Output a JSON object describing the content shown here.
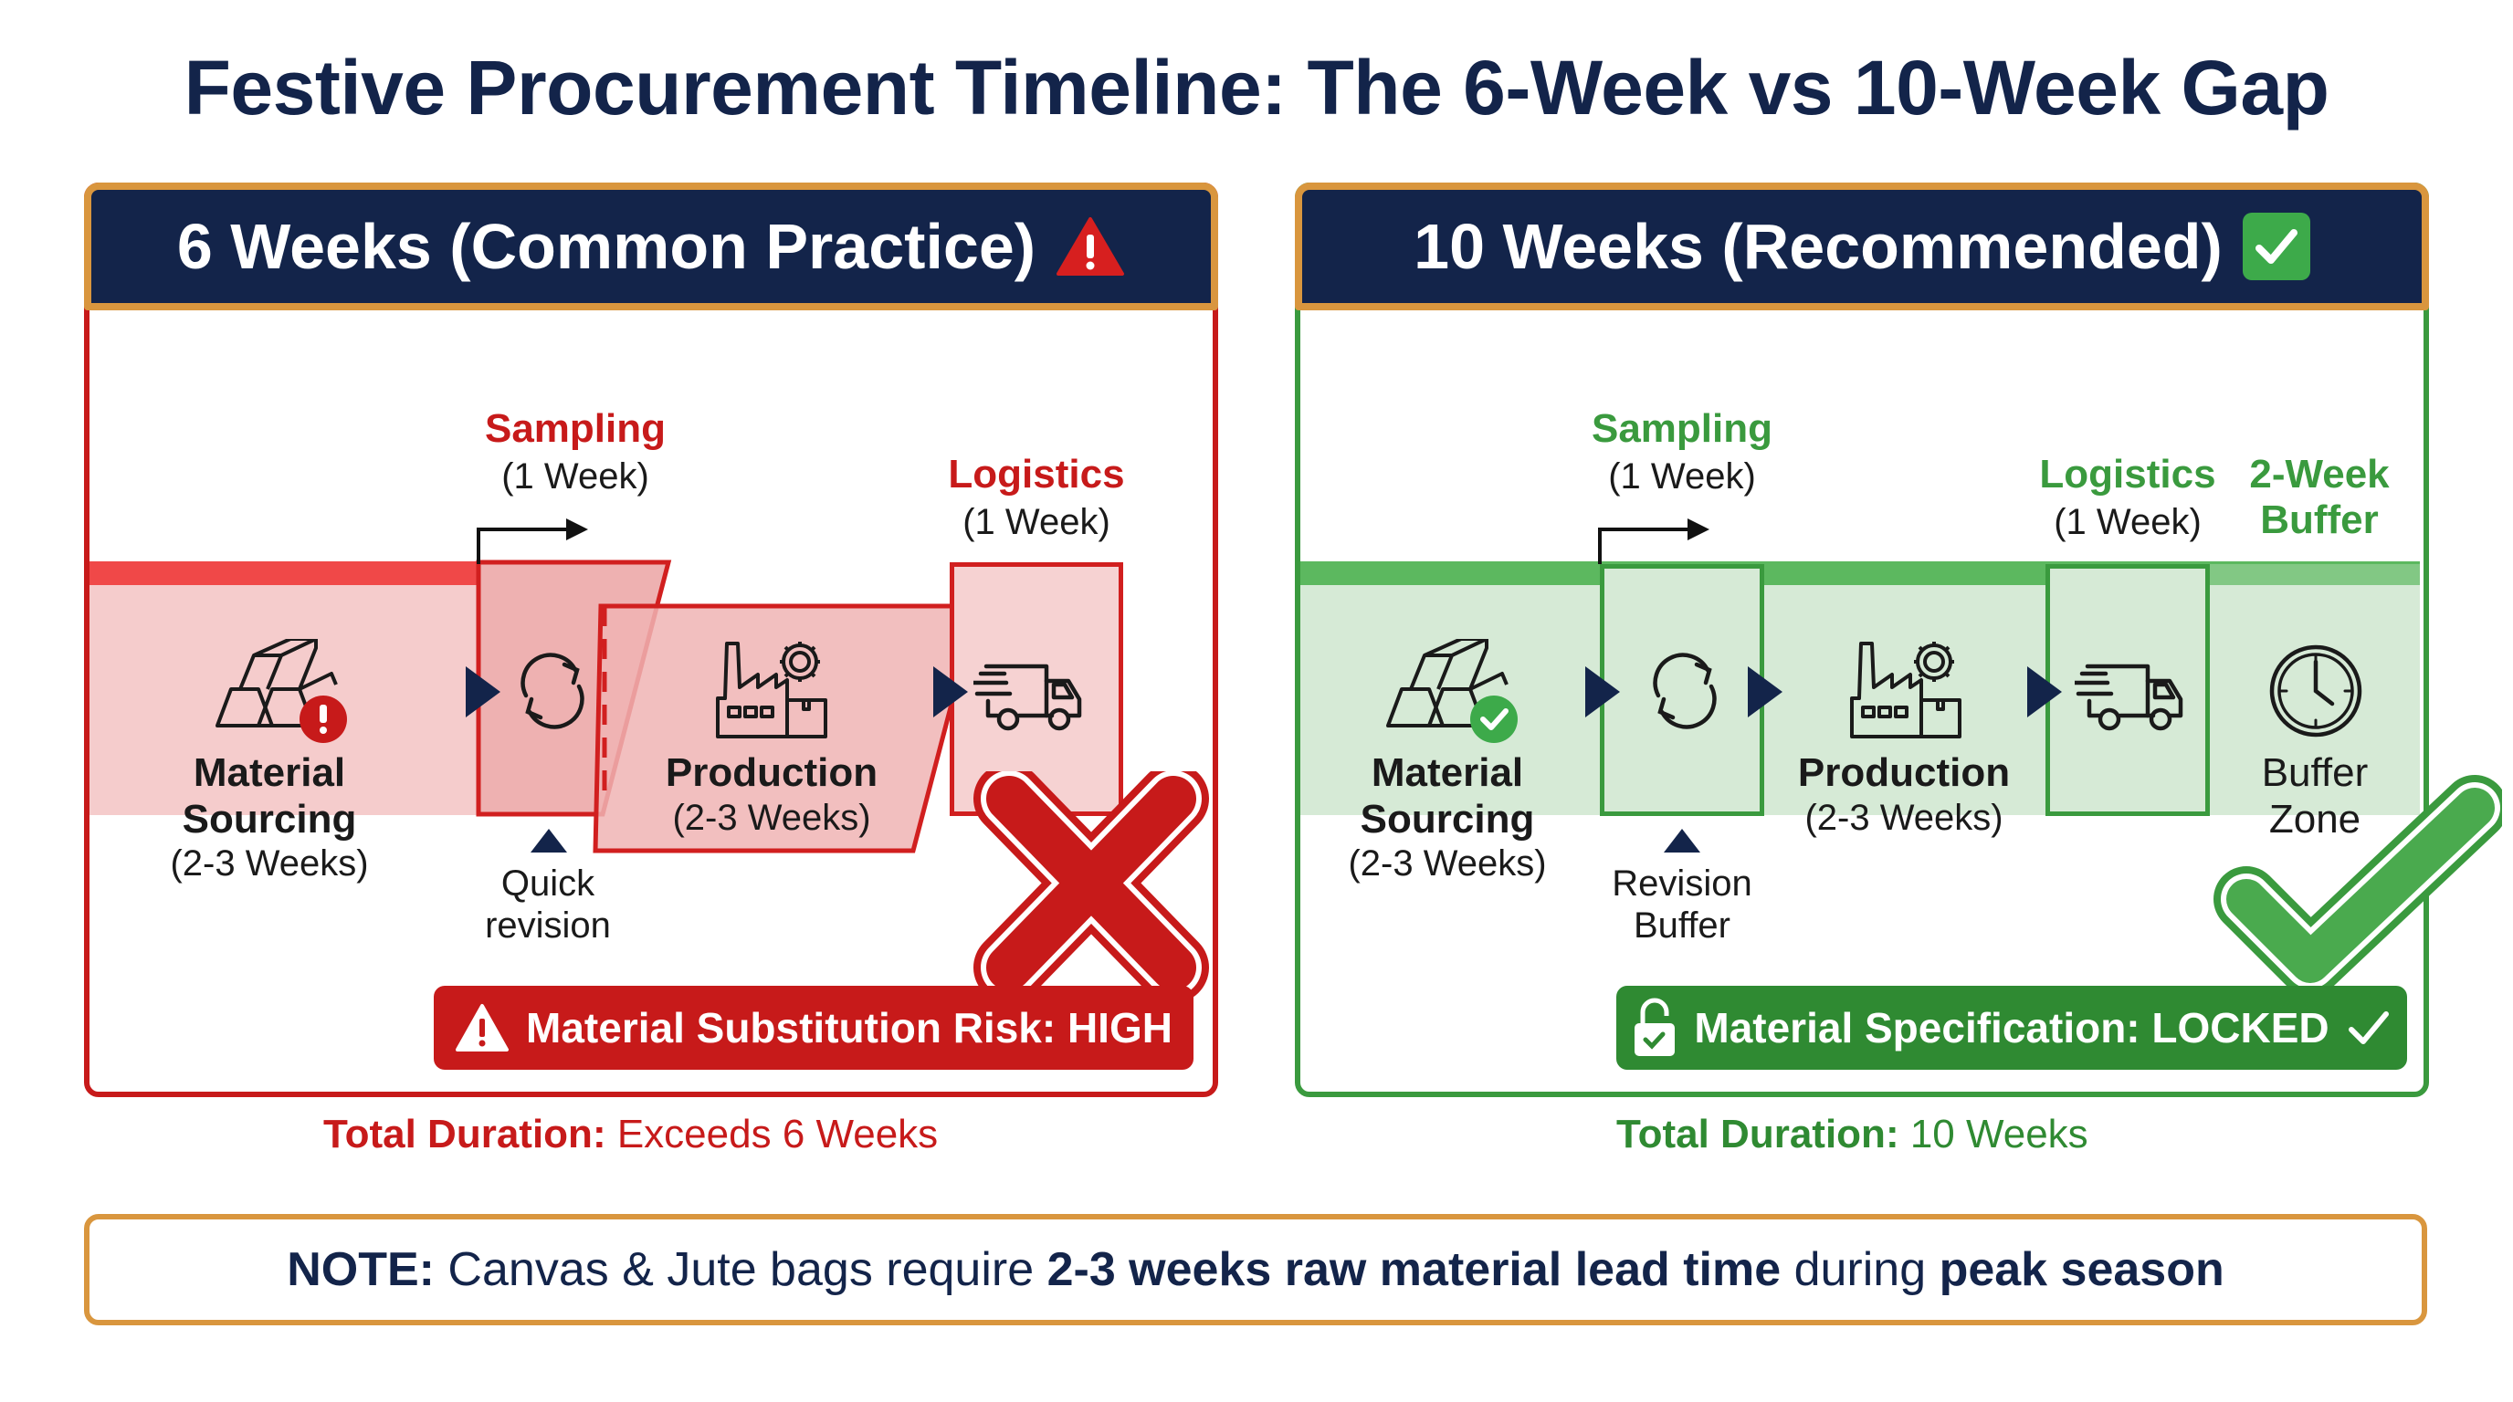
{
  "title": "Festive Procurement Timeline: The 6-Week vs 10-Week Gap",
  "colors": {
    "navy": "#13244a",
    "gold": "#d9963e",
    "red": "#c71a1a",
    "red_fill": "#f5cccc",
    "green": "#3a9a3e",
    "green_fill": "#d6ead6"
  },
  "left_panel": {
    "header": "6 Weeks (Common Practice)",
    "header_icon": "warning-triangle-icon",
    "stages": [
      {
        "name": "Material Sourcing",
        "duration": "(2-3 Weeks)",
        "icon": "gold-bars-alert-icon"
      },
      {
        "name": "Sampling",
        "duration": "(1 Week)",
        "icon": "refresh-cycle-icon"
      },
      {
        "name": "Production",
        "duration": "(2-3 Weeks)",
        "icon": "factory-gear-icon"
      },
      {
        "name": "Logistics",
        "duration": "(1 Week)",
        "icon": "delivery-truck-icon"
      }
    ],
    "revision_note_line1": "Quick",
    "revision_note_line2": "revision",
    "overlay_icon": "red-x-icon",
    "status": "Material Substitution Risk: HIGH",
    "status_icon": "warning-triangle-icon",
    "total_label": "Total Duration:",
    "total_value": "Exceeds 6 Weeks"
  },
  "right_panel": {
    "header": "10 Weeks (Recommended)",
    "header_icon": "checkbox-check-icon",
    "stages": [
      {
        "name": "Material Sourcing",
        "duration": "(2-3 Weeks)",
        "icon": "gold-bars-check-icon"
      },
      {
        "name": "Sampling",
        "duration": "(1 Week)",
        "icon": "refresh-cycle-icon"
      },
      {
        "name": "Production",
        "duration": "(2-3 Weeks)",
        "icon": "factory-gear-icon"
      },
      {
        "name": "Logistics",
        "duration": "(1 Week)",
        "icon": "delivery-truck-icon"
      },
      {
        "name_line1": "2-Week",
        "name_line2": "Buffer",
        "zone_line1": "Buffer",
        "zone_line2": "Zone",
        "icon": "clock-icon"
      }
    ],
    "revision_note_line1": "Revision",
    "revision_note_line2": "Buffer",
    "overlay_icon": "green-check-icon",
    "status": "Material Specification: LOCKED",
    "status_icon": "padlock-check-icon",
    "total_label": "Total Duration:",
    "total_value": "10 Weeks"
  },
  "note": {
    "label": "NOTE:",
    "text1": " Canvas & Jute bags require ",
    "bold1": "2-3 weeks raw material lead time",
    "text2": " during ",
    "bold2": "peak season"
  }
}
